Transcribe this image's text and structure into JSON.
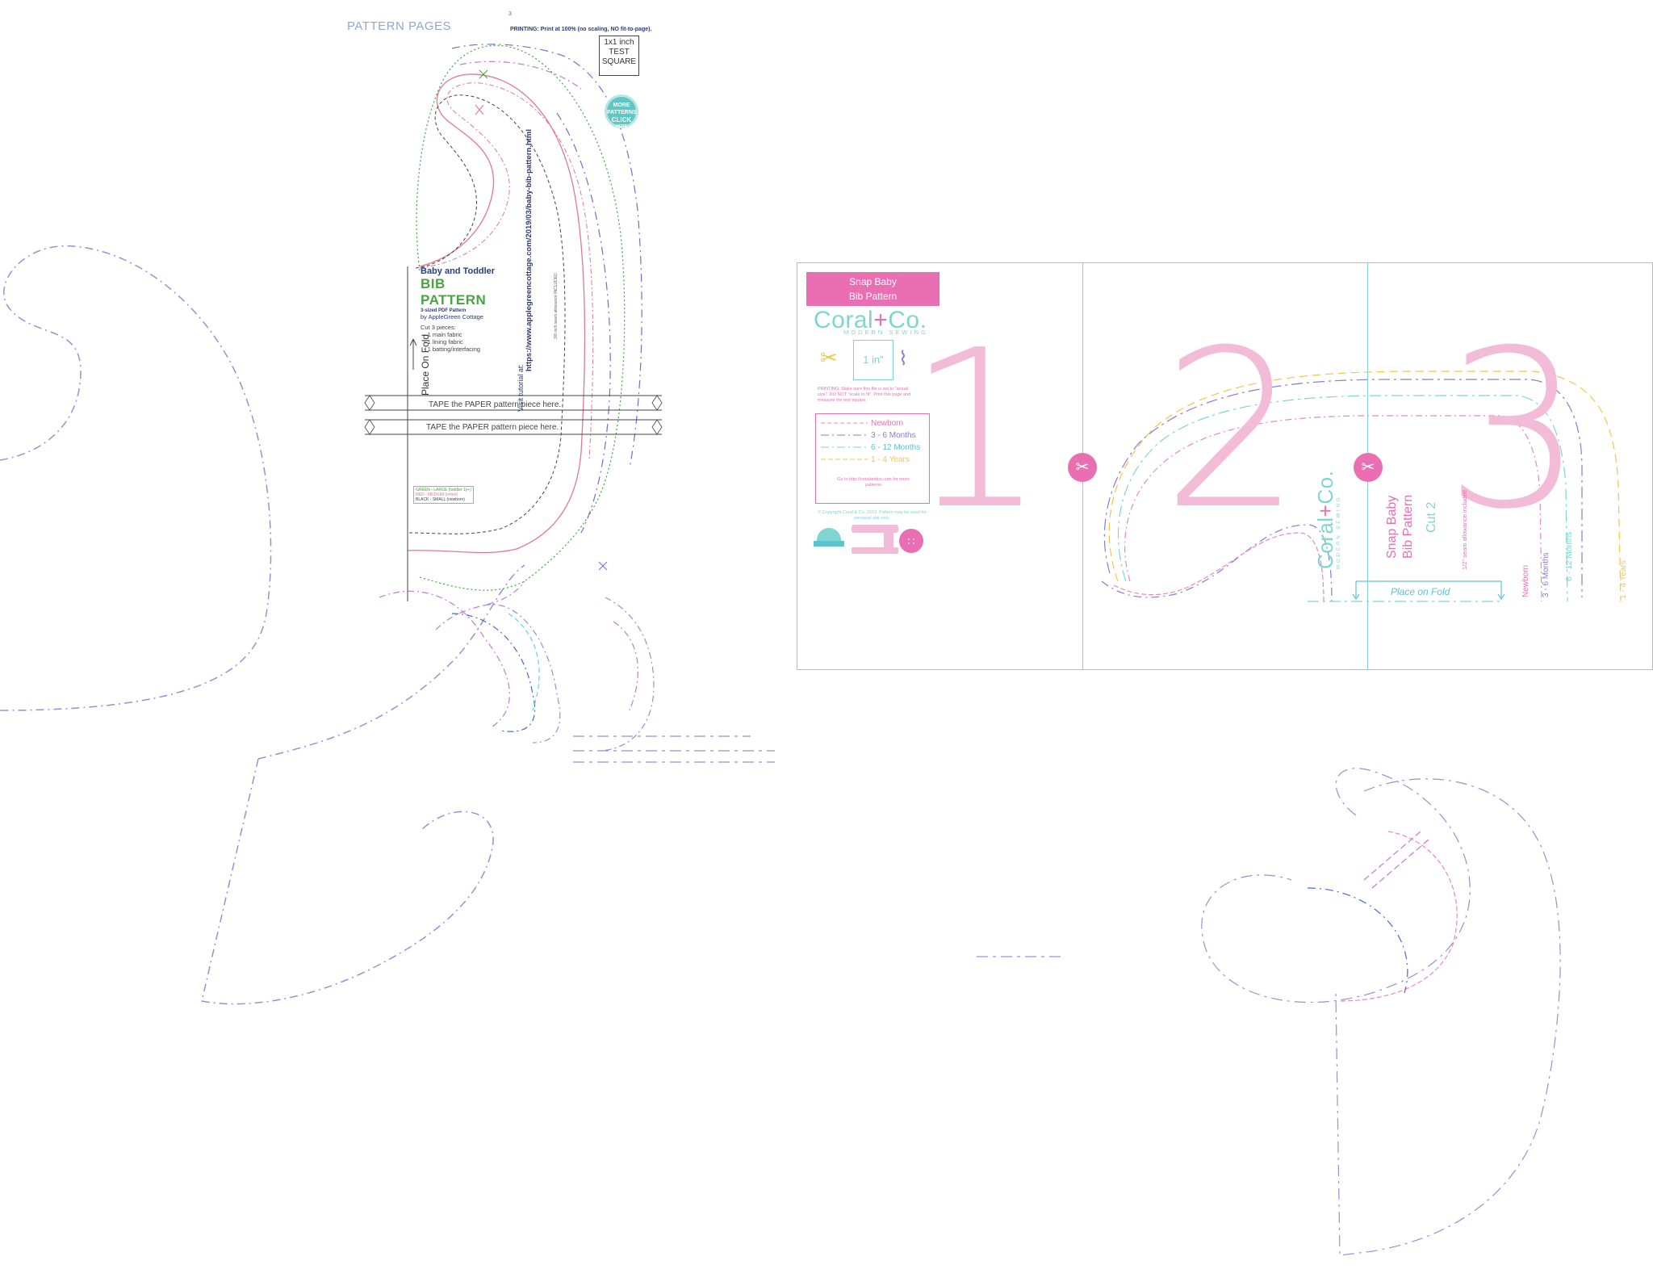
{
  "pattern_pages": {
    "title": "PATTERN PAGES",
    "page_number": "3"
  },
  "left_sheet": {
    "printing_note": "PRINTING: Print at 100% (no scaling, NO fit-to-page).",
    "test_square": [
      "1x1 inch",
      "TEST",
      "SQUARE"
    ],
    "badge": [
      "MORE",
      "PATTERNS",
      "CLICK",
      "HERE"
    ],
    "title_line1": "Baby and Toddler",
    "title_line2": "BIB PATTERN",
    "subtitle": "3-sized PDF Pattern",
    "byline": "by AppleGreen Cottage",
    "cut_heading": "Cut 3 pieces:",
    "cut_items": [
      "- 1 main fabric",
      "- 1 lining fabric",
      "- 1 batting/interfacing"
    ],
    "visit_tutorial": "Visit tutorial at:",
    "tutorial_url": "https://www.applegreencottage.com/2019/03/baby-bib-pattern.html",
    "seam_note": "3/8 inch seam allowance INCLUDED",
    "place_on_fold": "Place On Fold",
    "tape_text_1": "TAPE the PAPER pattern piece here.",
    "tape_text_2": "TAPE the PAPER pattern piece here.",
    "size_legend": [
      "GREEN - LARGE (toddler 1y+)",
      "RED - MEDIUM (infant)",
      "BLACK - SMALL (newborn)"
    ]
  },
  "right_sheet": {
    "banner": [
      "Snap Baby",
      "Bib Pattern"
    ],
    "brand": {
      "name_start": "Coral",
      "plus": "+",
      "name_end": "Co.",
      "tagline": "MODERN SEWING"
    },
    "test_square_label": "1 in\"",
    "printing_note": "PRINTING: Make sure this file is set to \"actual size\". DO NOT \"scale to fit\". Print this page and measure the test square.",
    "sizes": [
      "Newborn",
      "3 - 6 Months",
      "6 - 12 Months",
      "1 - 4 Years"
    ],
    "more_text": "Go to http://coralandco.com for more patterns",
    "copyright": "© Copyright Coral & Co. 2019. Pattern may be used for personal use only.",
    "page_numbers": [
      "1",
      "2",
      "3"
    ],
    "piece_title": [
      "Snap Baby",
      "Bib Pattern"
    ],
    "piece_cut": "Cut 2",
    "seam_note": "1/2\" seam allowance included",
    "place_on_fold": "Place on Fold",
    "size_labels": [
      "Newborn",
      "3 - 6 Months",
      "6 - 12 Months",
      "1 - 4 Years"
    ],
    "colors": {
      "pink": "#ea6fb2",
      "teal": "#7dd6d0",
      "purple": "#8a7bd4",
      "yellow": "#f1c74a",
      "light_pink": "#f2bbd7"
    }
  }
}
